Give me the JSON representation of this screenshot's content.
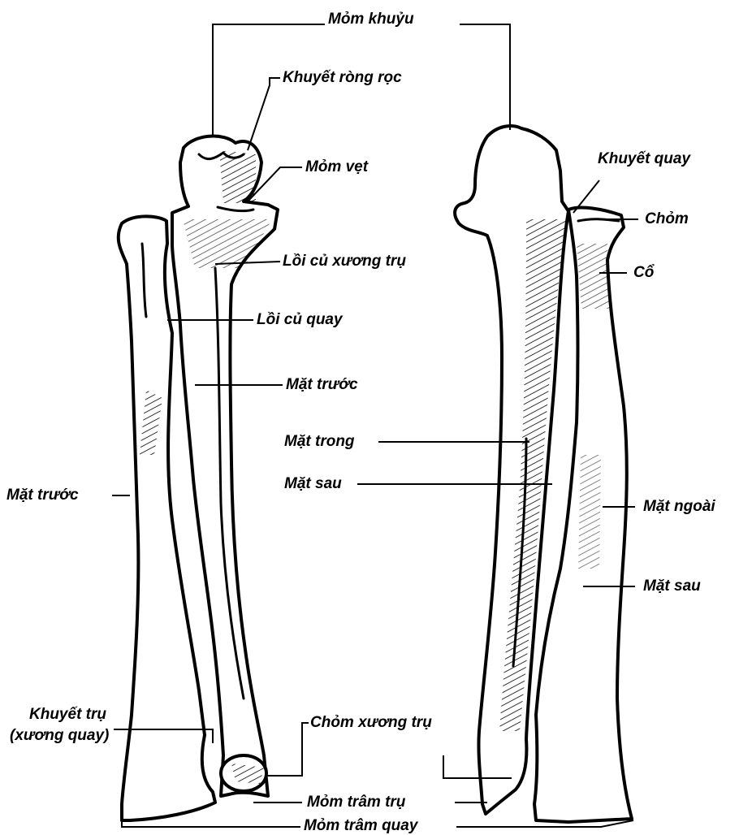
{
  "labels": {
    "olecranon": "Mỏm khuỷu",
    "trochlear_notch": "Khuyết ròng rọc",
    "coronoid_process": "Mỏm vẹt",
    "ulnar_tuberosity": "Lồi củ xương trụ",
    "radial_tuberosity": "Lồi củ quay",
    "anterior_surface_ulna": "Mặt trước",
    "anterior_surface_radius": "Mặt trước",
    "ulnar_notch_line1": "Khuyết trụ",
    "ulnar_notch_line2": "(xương quay)",
    "head_of_ulna": "Chỏm xương trụ",
    "ulnar_styloid": "Mỏm trâm trụ",
    "radial_styloid": "Mỏm trâm quay",
    "radial_notch": "Khuyết quay",
    "head_of_radius": "Chỏm",
    "neck_of_radius": "Cổ",
    "medial_surface": "Mặt trong",
    "posterior_surface_ulna": "Mặt sau",
    "lateral_surface": "Mặt ngoài",
    "posterior_surface_radius": "Mặt sau"
  }
}
